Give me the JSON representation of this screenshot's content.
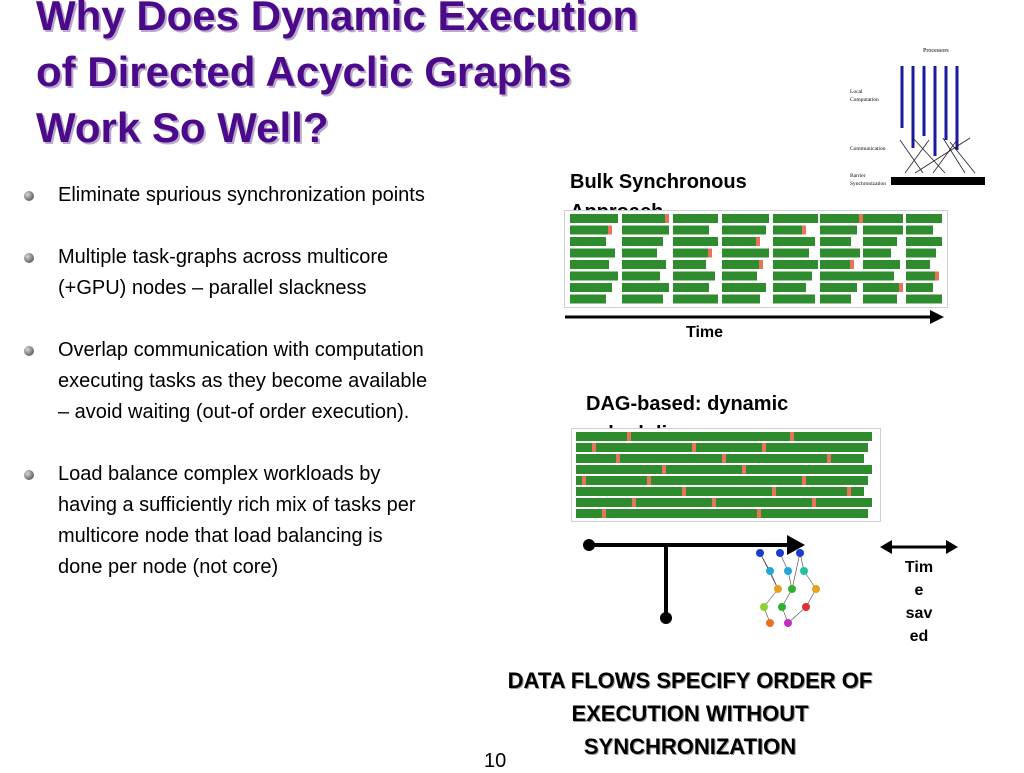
{
  "title": {
    "lines": [
      "Why Does Dynamic Execution",
      "of Directed Acyclic Graphs",
      "Work So Well?"
    ]
  },
  "bullets": [
    {
      "lines": [
        "Eliminate spurious synchronization points"
      ]
    },
    {
      "lines": [
        "Multiple task-graphs across multicore",
        "(+GPU) nodes – parallel slackness"
      ]
    },
    {
      "lines": [
        "Overlap  communication with computation",
        "executing tasks as they become available",
        "– avoid waiting (out-of order execution)."
      ]
    },
    {
      "lines": [
        "Load balance complex workloads by",
        "having a sufficiently rich mix of tasks per",
        "multicore node that load balancing is",
        "done per node (not core)"
      ]
    }
  ],
  "bsp_diagram": {
    "header": "Processors",
    "local_computation": [
      "Local",
      "Computation"
    ],
    "communication": "Communication",
    "barrier": [
      "Barrier",
      "Synchronization"
    ]
  },
  "bulk_label": [
    "Bulk Synchronous",
    "Approach"
  ],
  "dag_label": [
    "DAG-based:  dynamic",
    "scheduling"
  ],
  "time_label": "Time",
  "time_saved": [
    "Tim",
    "e",
    "sav",
    "ed"
  ],
  "bottom_text": [
    "DATA FLOWS SPECIFY ORDER OF",
    "EXECUTION WITHOUT",
    "SYNCHRONIZATION"
  ],
  "page_number": "10",
  "colors": {
    "title": "#4b0a8a",
    "task_green": "#2e8b2e",
    "task_red": "#e8735a",
    "processor_line": "#1a1aa0"
  }
}
